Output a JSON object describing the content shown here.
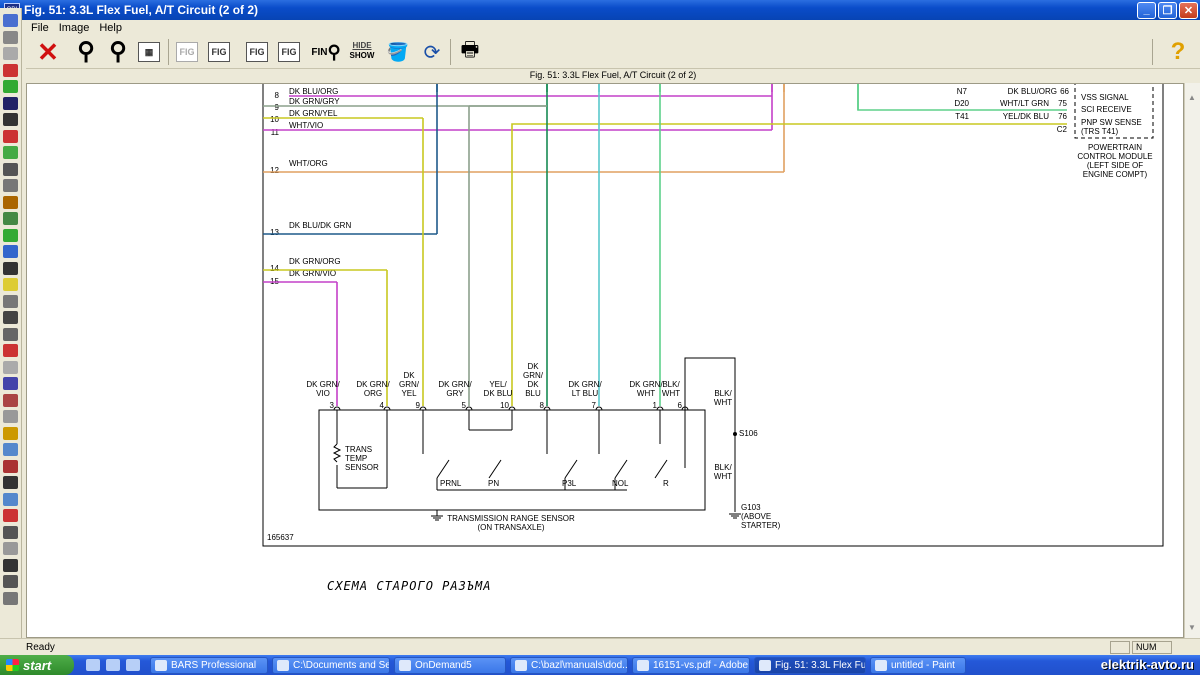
{
  "window": {
    "app_icon": "ODI",
    "title": "Fig. 51: 3.3L Flex Fuel, A/T Circuit (2 of 2)"
  },
  "menu": [
    "File",
    "Image",
    "Help"
  ],
  "toolbar": {
    "fig1": "FIG",
    "fig2": "FIG",
    "fig3": "FIG",
    "fig4": "FIG",
    "find": "FIN",
    "hide": "HIDE",
    "show": "SHOW",
    "help": "?"
  },
  "caption": "Fig. 51: 3.3L Flex Fuel, A/T Circuit (2 of 2)",
  "diagram": {
    "left_wires": [
      {
        "num": "8",
        "label": "DK GRN/GRY"
      },
      {
        "num": "9",
        "label": "DK GRN/YEL"
      },
      {
        "num": "10",
        "label": "WHT/VIO"
      },
      {
        "num": "11",
        "label": "WHT/ORG"
      },
      {
        "num": "12",
        "label": "DK BLU/DK GRN"
      },
      {
        "num": "13",
        "label": "DK GRN/ORG"
      },
      {
        "num": "14",
        "label": "DK GRN/VIO"
      },
      {
        "num": "15",
        "label": ""
      }
    ],
    "top_label": "DK BLU/ORG",
    "pcm_rows": [
      {
        "pin": "D20",
        "wire": "WHT/LT GRN",
        "num": "75",
        "sig": "SCI RECEIVE"
      },
      {
        "pin": "T41",
        "wire": "YEL/DK BLU",
        "num": "76",
        "sig": "PNP SW SENSE"
      }
    ],
    "pcm_top": {
      "pin": "N7",
      "wire": "DK BLU/ORG",
      "num": "66",
      "sig": "VSS SIGNAL"
    },
    "pcm_c2": "C2",
    "pcm_trs": "(TRS T41)",
    "pcm_title": [
      "POWERTRAIN",
      "CONTROL MODULE",
      "(LEFT SIDE OF",
      "ENGINE COMPT)"
    ],
    "sensor_pins": [
      {
        "pin": "3",
        "label": [
          "DK GRN/",
          "VIO"
        ]
      },
      {
        "pin": "4",
        "label": [
          "DK GRN/",
          "ORG"
        ]
      },
      {
        "pin": "9",
        "label": [
          "DK",
          "GRN/",
          "YEL"
        ]
      },
      {
        "pin": "5",
        "label": [
          "DK GRN/",
          "GRY"
        ]
      },
      {
        "pin": "10",
        "label": [
          "YEL/",
          "DK BLU"
        ]
      },
      {
        "pin": "8",
        "label": [
          "DK",
          "GRN/",
          "DK",
          "BLU"
        ]
      },
      {
        "pin": "7",
        "label": [
          "DK GRN/",
          "LT BLU"
        ]
      },
      {
        "pin": "1",
        "label": [
          "DK GRN/",
          "WHT"
        ]
      },
      {
        "pin": "6",
        "label": [
          "BLK/",
          "WHT"
        ]
      }
    ],
    "trans_temp": [
      "TRANS",
      "TEMP",
      "SENSOR"
    ],
    "switch_labels": [
      "PRNL",
      "PN",
      "P3L",
      "NOL",
      "R"
    ],
    "right_labels": {
      "blk1": [
        "BLK/",
        "WHT"
      ],
      "s106": "S106",
      "blk2": [
        "BLK/",
        "WHT"
      ],
      "g103": [
        "G103",
        "(ABOVE",
        "STARTER)"
      ]
    },
    "sensor_title": [
      "TRANSMISSION RANGE SENSOR",
      "(ON TRANSAXLE)"
    ],
    "fig_id": "165637"
  },
  "annotation": "СХЕМА СТАРОГО РАЗЪМА",
  "status": {
    "text": "Ready",
    "num": "NUM"
  },
  "taskbar": {
    "start": "start",
    "tasks": [
      "BARS Professional",
      "C:\\Documents and Se...",
      "OnDemand5",
      "C:\\bazl\\manuals\\dod...",
      "16151-vs.pdf - Adobe...",
      "Fig. 51: 3.3L Flex Fu...",
      "untitled - Paint"
    ]
  },
  "watermark": "elektrik-avto.ru",
  "colors": {
    "dk_blu": "#1f5a8a",
    "dk_grn": "#178a54",
    "lt_blu": "#5ac8cc",
    "violet": "#c440c8",
    "orange": "#e0a060",
    "yellow": "#c8c820",
    "gray": "#8ca08c",
    "lt_grn": "#5ed08a"
  }
}
